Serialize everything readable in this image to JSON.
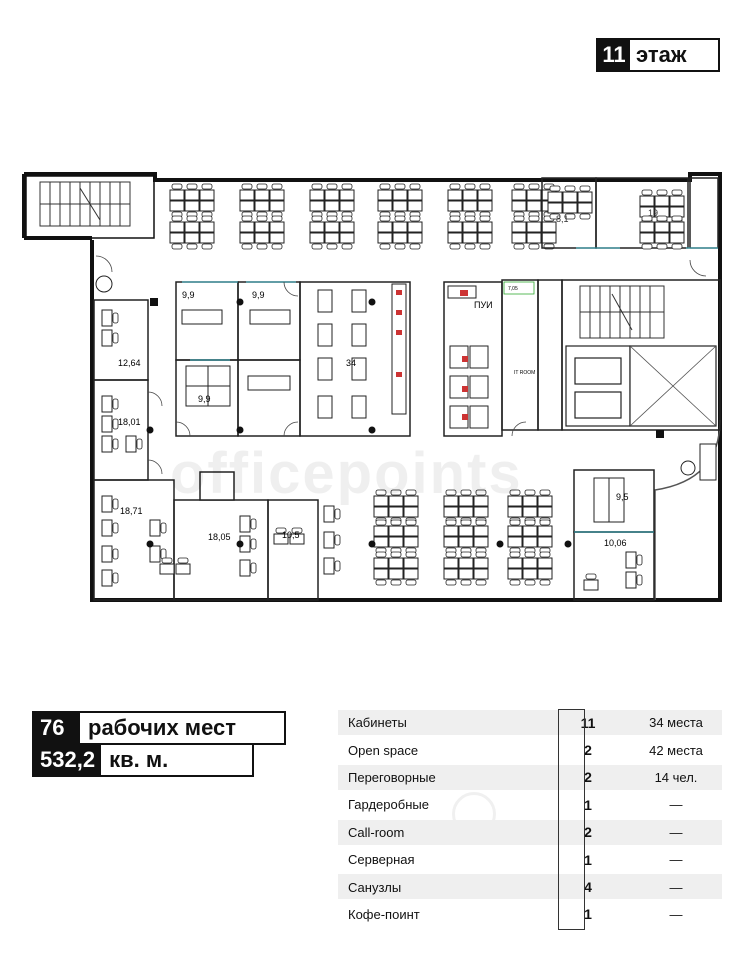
{
  "floor": {
    "number": "11",
    "label": "этаж"
  },
  "stats": [
    {
      "value": "76",
      "label": "рабочих мест"
    },
    {
      "value": "532,2",
      "label": "кв. м."
    }
  ],
  "rooms_table": [
    {
      "name": "Кабинеты",
      "count": "11",
      "capacity": "34 места"
    },
    {
      "name": "Open space",
      "count": "2",
      "capacity": "42 места"
    },
    {
      "name": "Переговорные",
      "count": "2",
      "capacity": "14 чел."
    },
    {
      "name": "Гардеробные",
      "count": "1",
      "capacity": "—"
    },
    {
      "name": "Call-room",
      "count": "2",
      "capacity": "—"
    },
    {
      "name": "Серверная",
      "count": "1",
      "capacity": "—"
    },
    {
      "name": "Санузлы",
      "count": "4",
      "capacity": "—"
    },
    {
      "name": "Кофе-поинт",
      "count": "1",
      "capacity": "—"
    }
  ],
  "plan": {
    "room_areas": [
      "9,9",
      "9,9",
      "9,9",
      "12,64",
      "18,01",
      "18,71",
      "18,05",
      "10,5",
      "19",
      "9,5",
      "10,06",
      "34",
      "8,1"
    ],
    "labels": {
      "wc": "ПУИ",
      "server": "IT ROOM",
      "small": "7,05"
    }
  },
  "watermark": {
    "text": "officepoints"
  }
}
